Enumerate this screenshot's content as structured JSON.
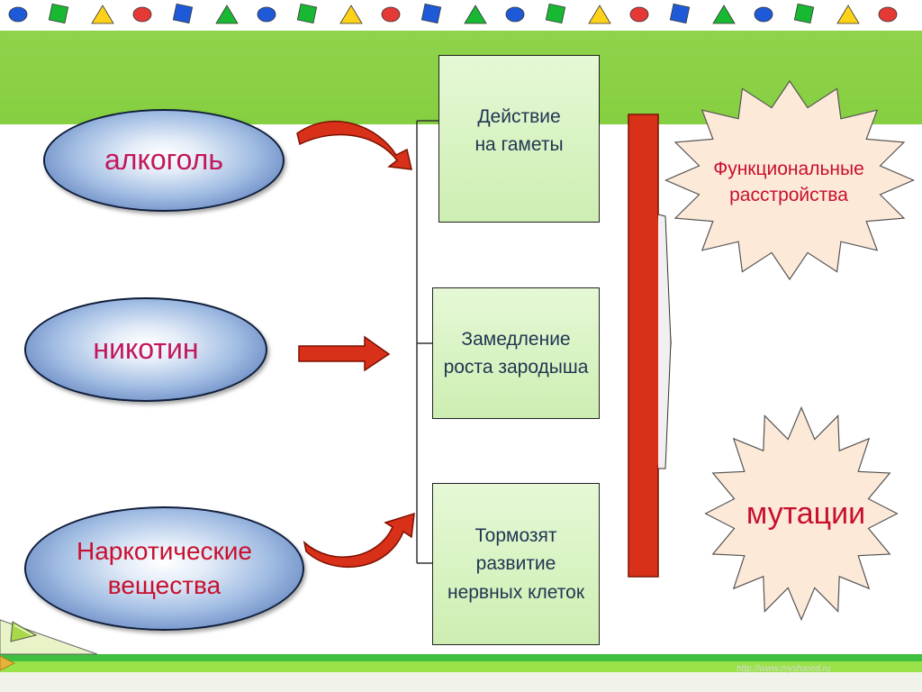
{
  "sources": [
    {
      "label": "алкоголь"
    },
    {
      "label": "никотин"
    },
    {
      "label": "Наркотические вещества"
    }
  ],
  "effects": [
    {
      "label": "Действие на гаметы"
    },
    {
      "label": "Замедление роста зародыша"
    },
    {
      "label": "Тормозят развитие нервных клеток"
    }
  ],
  "outcomes": [
    {
      "label": "Функциональные расстройства"
    },
    {
      "label": "мутации"
    }
  ],
  "watermark": "http://www.myshared.ru",
  "colors": {
    "ellipse_text": "#c2185b",
    "arrow": "#d9301a",
    "band": "#8fd34a",
    "box_fill": "#d9f3c4",
    "star_fill": "#fde9d8",
    "red_text": "#c8102e"
  }
}
